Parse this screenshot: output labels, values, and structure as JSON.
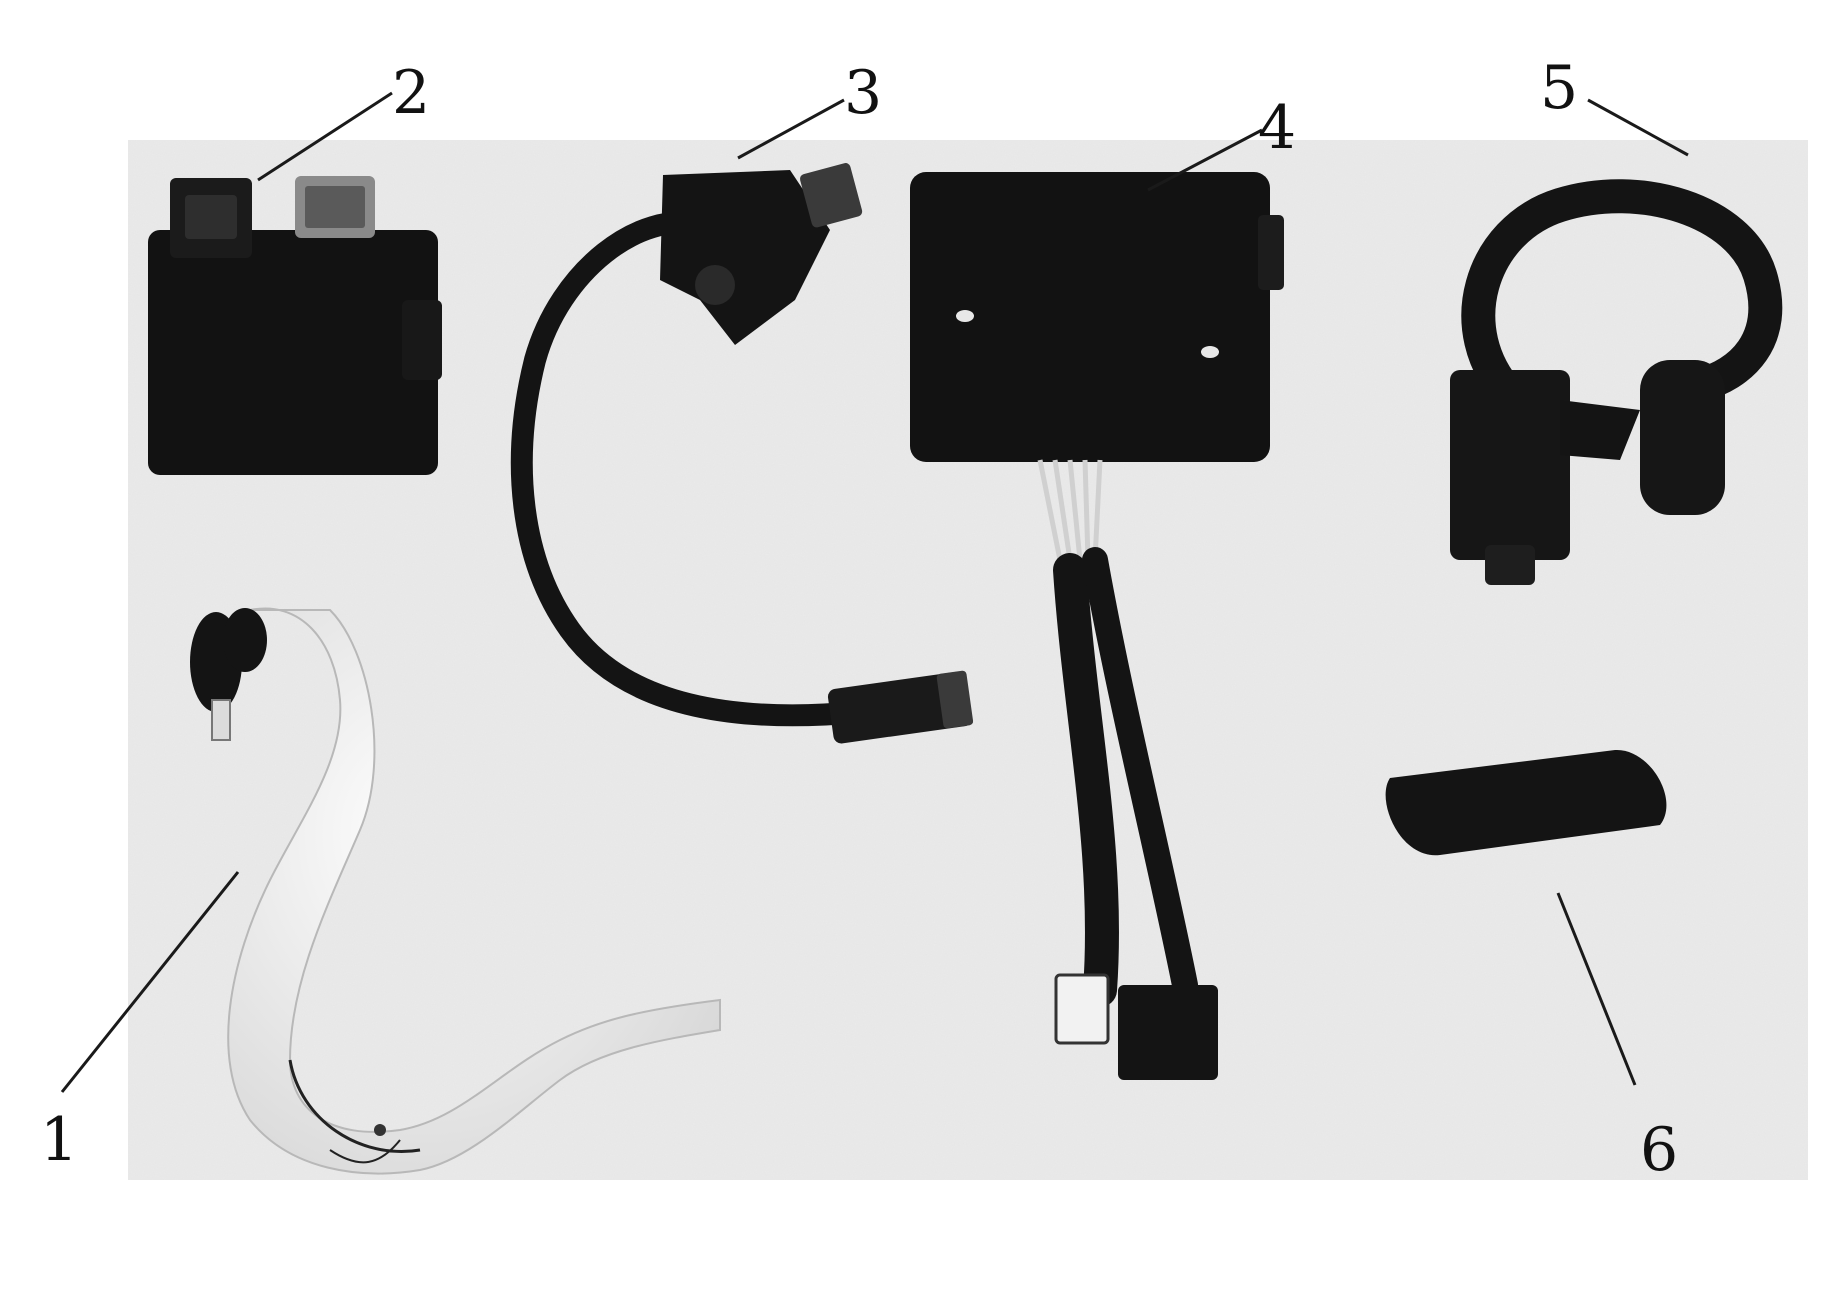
{
  "figure": {
    "type": "exploded-parts-photo",
    "colors": {
      "backdrop": "#ebebeb",
      "part_dark": "#141414",
      "tank_light": "#f3f3f3",
      "leader": "#1a1a1a"
    },
    "callouts": [
      {
        "number": "1",
        "part_icon": "plastic-reservoir-tank"
      },
      {
        "number": "2",
        "part_icon": "cdi-ignition-module"
      },
      {
        "number": "3",
        "part_icon": "pickup-coil-with-lead"
      },
      {
        "number": "4",
        "part_icon": "regulator-rectifier-with-harness"
      },
      {
        "number": "5",
        "part_icon": "starter-relay-with-rubber-mount"
      },
      {
        "number": "6",
        "part_icon": "rubber-pad"
      }
    ]
  }
}
